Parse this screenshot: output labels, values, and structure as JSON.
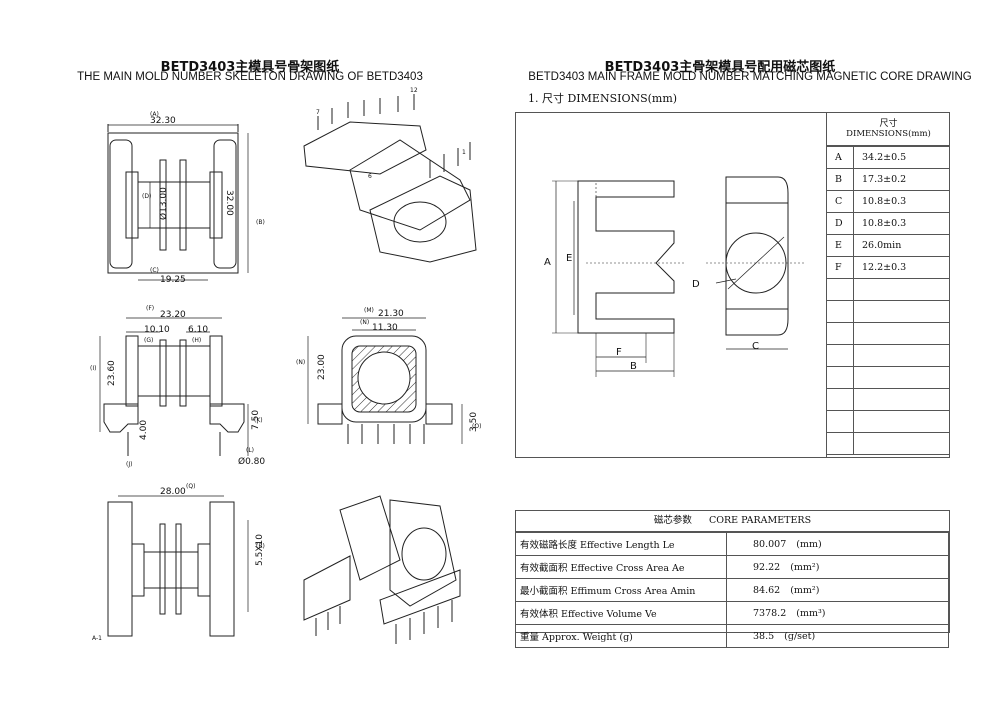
{
  "left": {
    "title_cn": "BETD3403主模具号骨架图纸",
    "title_en": "THE MAIN MOLD NUMBER SKELETON DRAWING OF BETD3403",
    "views": {
      "top": {
        "dim_a": "32.30",
        "tag_a": "(A)",
        "dim_b": "32.00",
        "tag_b": "(B)",
        "dim_c": "19.25",
        "tag_c": "(C)",
        "dim_d": "Ø13.00",
        "tag_d": "(D)"
      },
      "iso_top": {
        "pin_7": "7",
        "pin_12": "12",
        "pin_6": "6",
        "pin_1": "1"
      },
      "front": {
        "dim_f": "23.20",
        "tag_f": "(F)",
        "dim_g": "10.10",
        "tag_g": "(G)",
        "dim_h": "6.10",
        "tag_h": "(H)",
        "dim_i": "23.60",
        "tag_i": "(I)",
        "dim_j": "4.00",
        "tag_j": "(J)",
        "dim_k": "7.50",
        "tag_k": "(K)",
        "dim_l": "Ø0.80",
        "tag_l": "(L)"
      },
      "side": {
        "dim_m1": "21.30",
        "tag_m1": "(M)",
        "dim_m2": "11.30",
        "tag_m2": "(N)",
        "dim_n": "23.00",
        "tag_n": "(N)",
        "dim_o": "3.50",
        "tag_o": "(O)"
      },
      "bottom": {
        "dim_q": "28.00",
        "tag_q": "(Q)",
        "dim_r": "5.5X10",
        "tag_r": "(R)",
        "pin_a": "A-1"
      }
    }
  },
  "right": {
    "title_cn": "BETD3403主骨架模具号配用磁芯图纸",
    "title_en": "BETD3403 MAIN FRAME MOLD NUMBER MATCHING MAGNETIC CORE DRAWING",
    "section": "1. 尺寸 DIMENSIONS(mm)",
    "core_labels": {
      "a": "A",
      "b": "B",
      "c": "C",
      "d": "D",
      "e": "E",
      "f": "F"
    },
    "dim_header_cn": "尺寸",
    "dim_header_en": "DIMENSIONS(mm)",
    "dimensions": [
      {
        "key": "A",
        "value": "34.2±0.5"
      },
      {
        "key": "B",
        "value": "17.3±0.2"
      },
      {
        "key": "C",
        "value": "10.8±0.3"
      },
      {
        "key": "D",
        "value": "10.8±0.3"
      },
      {
        "key": "E",
        "value": "26.0min"
      },
      {
        "key": "F",
        "value": "12.2±0.3"
      }
    ],
    "core_title_cn": "磁芯参数",
    "core_title_en": "CORE PARAMETERS",
    "core_params": [
      {
        "label": "有效磁路长度 Effective Length  Le",
        "value": "80.007",
        "unit": "(mm)"
      },
      {
        "label": "有效截面积 Effective Cross Area Ae",
        "value": "92.22",
        "unit": "(mm²)"
      },
      {
        "label": "最小截面积 Effimum Cross Area Amin",
        "value": "84.62",
        "unit": "(mm²)"
      },
      {
        "label": "有效体积 Effective Volume Ve",
        "value": "7378.2",
        "unit": "(mm³)"
      },
      {
        "label": "重量 Approx. Weight (g)",
        "value": "38.5",
        "unit": "(g/set)"
      }
    ]
  }
}
